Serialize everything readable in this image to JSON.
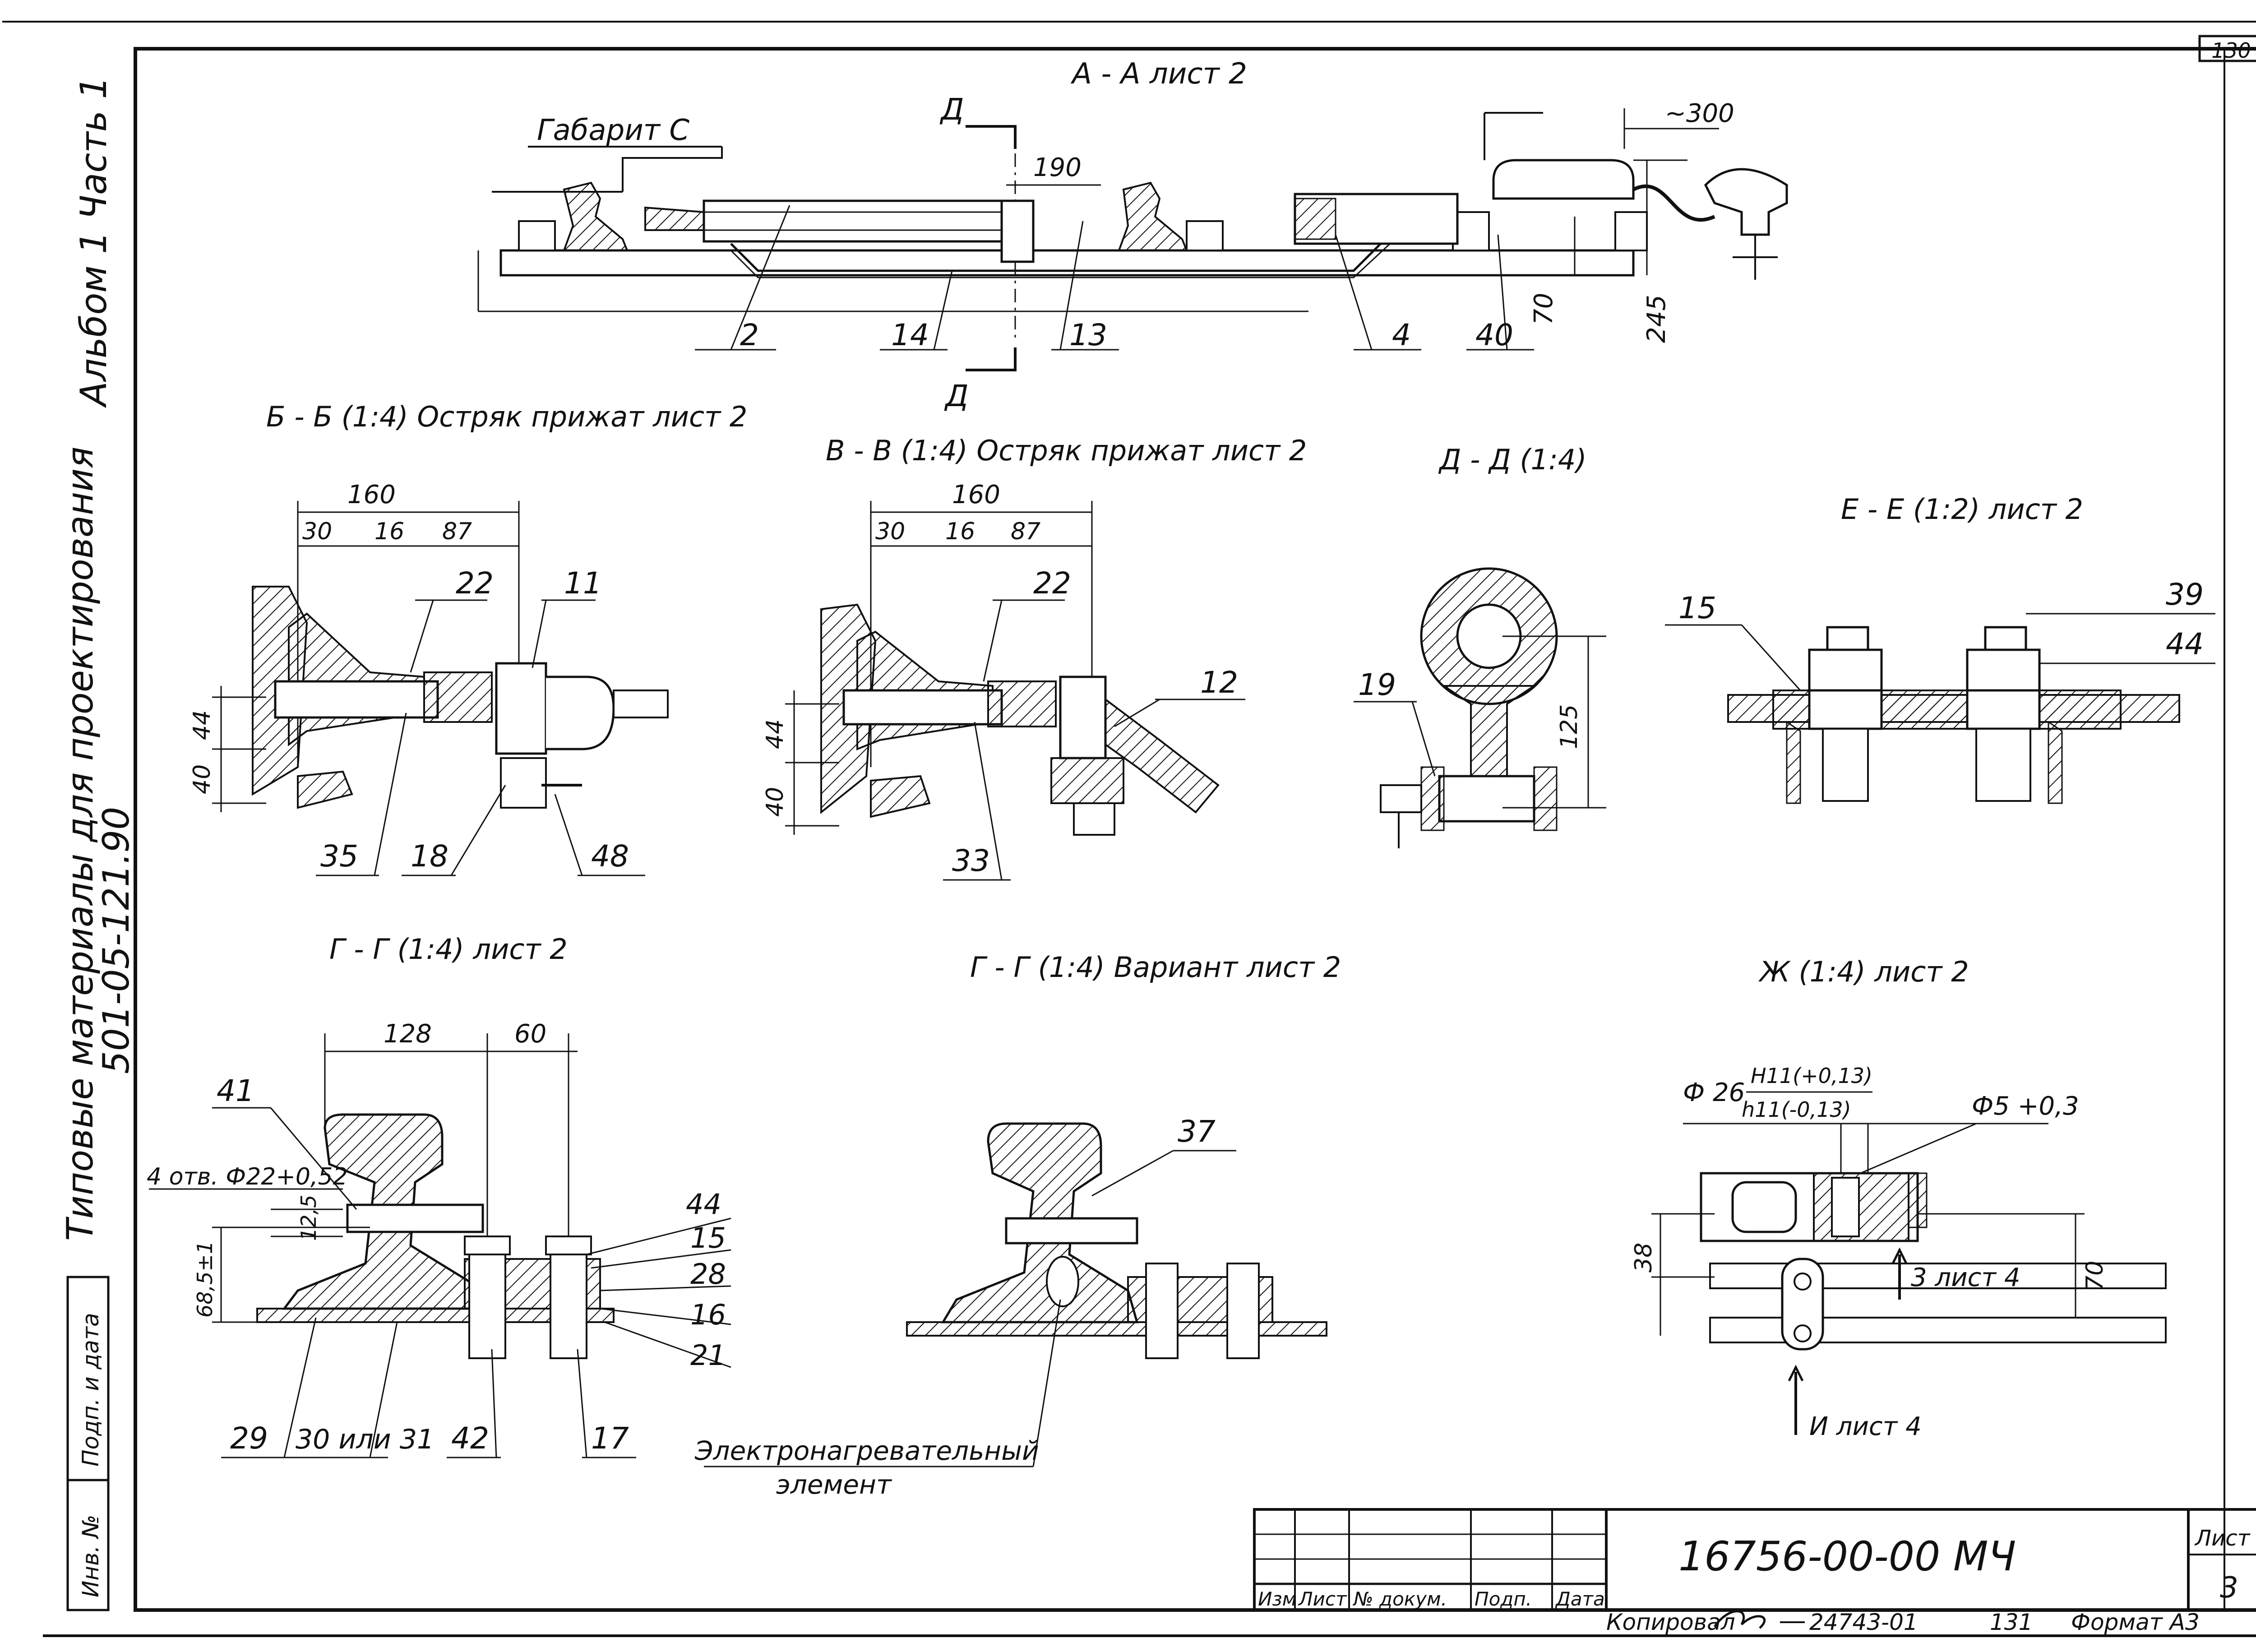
{
  "sheet": {
    "top_right_number": "130",
    "drawing_code": "16756-00-00 МЧ",
    "sheet_label": "Лист",
    "sheet_number": "3",
    "footer_copied": "Копировал",
    "footer_order": "24743-01",
    "footer_num": "131",
    "footer_format": "Формат А3"
  },
  "left_margin": {
    "album": "Альбом 1  Часть 1",
    "materials": "Типовые материалы для проектирования",
    "series": "501-05-121.90",
    "signature_date": "Подп. и дата",
    "inv_no": "Инв. №"
  },
  "title_block": {
    "cols": [
      "Изм",
      "Лист",
      "№ докум.",
      "Подп.",
      "Дата"
    ]
  },
  "views": {
    "aa": {
      "title": "А - А лист 2",
      "gabarit": "Габарит С",
      "section_d_top": "Д",
      "section_d_bottom": "Д",
      "dim_190": "190",
      "dim_300": "~300",
      "dim_245": "245",
      "dim_70": "70",
      "callouts": [
        "2",
        "14",
        "13",
        "4",
        "40"
      ]
    },
    "bb": {
      "title": "Б - Б (1:4) Остряк прижат лист 2",
      "dims": [
        "160",
        "30",
        "16",
        "87",
        "44",
        "40"
      ],
      "callouts": [
        "22",
        "11",
        "35",
        "18",
        "48"
      ]
    },
    "vv": {
      "title": "В - В (1:4) Остряк прижат лист 2",
      "dims": [
        "160",
        "30",
        "16",
        "87",
        "44",
        "40"
      ],
      "callouts": [
        "22",
        "12",
        "33"
      ]
    },
    "dd": {
      "title": "Д - Д (1:4)",
      "dim_125": "125",
      "callouts": [
        "19"
      ]
    },
    "ee": {
      "title": "Е - Е (1:2) лист 2",
      "callouts": [
        "15",
        "39",
        "44"
      ]
    },
    "gg": {
      "title": "Г - Г (1:4) лист 2",
      "dim_128": "128",
      "dim_60": "60",
      "holes": "4 отв. Ф22+0,52",
      "dim_125": "12,5",
      "dim_685": "68,5±1",
      "callouts_top": [
        "41",
        "44",
        "15",
        "28",
        "16",
        "21"
      ],
      "callouts_bottom": [
        "29",
        "30 или 31",
        "42",
        "17"
      ]
    },
    "gg2": {
      "title": "Г - Г (1:4) Вариант лист 2",
      "callout": "37",
      "heater_line1": "Электронагревательный",
      "heater_line2": "элемент"
    },
    "zh": {
      "title": "Ж (1:4) лист 2",
      "fit": "Ф 26",
      "fit_upper": "H11(+0,13)",
      "fit_lower": "h11(-0,13)",
      "hole": "Ф5 +0,3",
      "dim_38": "38",
      "dim_70": "70",
      "ref3": "3 лист 4",
      "refI": "И лист 4"
    }
  }
}
